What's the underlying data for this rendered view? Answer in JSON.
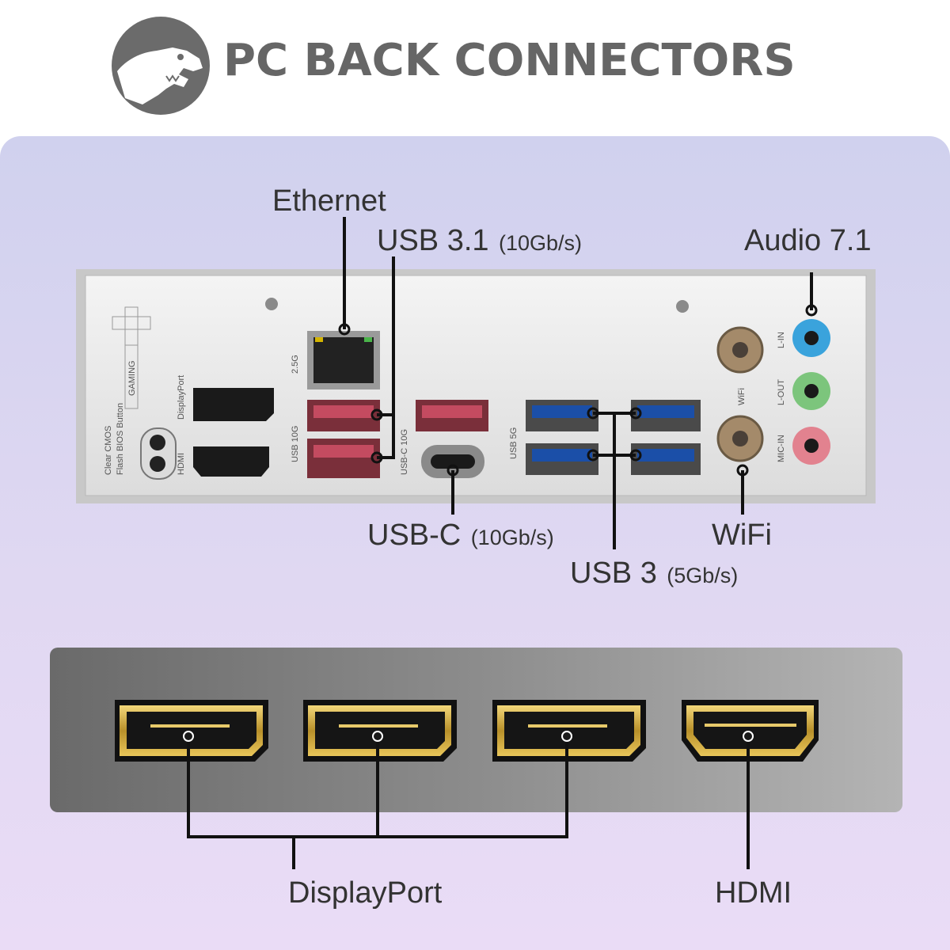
{
  "title": "PC BACK CONNECTORS",
  "labels": {
    "ethernet": "Ethernet",
    "usb31_main": "USB 3.1",
    "usb31_speed": "(10Gb/s)",
    "audio": "Audio 7.1",
    "usbc_main": "USB-C",
    "usbc_speed": "(10Gb/s)",
    "wifi": "WiFi",
    "usb3_main": "USB 3",
    "usb3_speed": "(5Gb/s)",
    "displayport": "DisplayPort",
    "hdmi": "HDMI"
  },
  "io_plate_text": {
    "gaming": "GAMING",
    "displayport_small": "DisplayPort",
    "hdmi_small": "HDMI",
    "clear_cmos": "Clear CMOS",
    "flash_bios": "Flash BIOS Button",
    "lan_speed": "2.5G",
    "usb10g": "USB 10G",
    "usbc10g": "USB-C 10G",
    "usb5g": "USB 5G",
    "wifi_small": "WiFi",
    "l_in": "L-IN",
    "l_out": "L-OUT",
    "mic_in": "MIC-IN"
  },
  "colors": {
    "title_gray": "#666666",
    "usb3_blue": "#1b4fa8",
    "usb31_red": "#b1364a",
    "audio_blue": "#3aa3dc",
    "audio_green": "#7cc57c",
    "audio_pink": "#e2828f",
    "gold": "#c9a43c"
  }
}
